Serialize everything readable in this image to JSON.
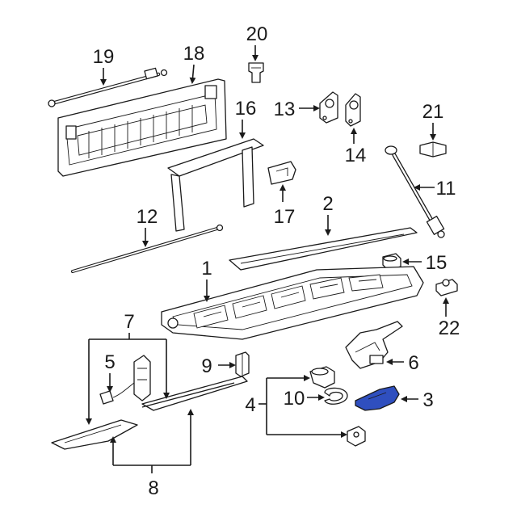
{
  "diagram": {
    "highlight_color": "#2f4fbf",
    "callouts": {
      "c1": "1",
      "c2": "2",
      "c3": "3",
      "c4": "4",
      "c5": "5",
      "c6": "6",
      "c7": "7",
      "c8": "8",
      "c9": "9",
      "c10": "10",
      "c11": "11",
      "c12": "12",
      "c13": "13",
      "c14": "14",
      "c15": "15",
      "c16": "16",
      "c17": "17",
      "c18": "18",
      "c19": "19",
      "c20": "20",
      "c21": "21",
      "c22": "22"
    }
  }
}
